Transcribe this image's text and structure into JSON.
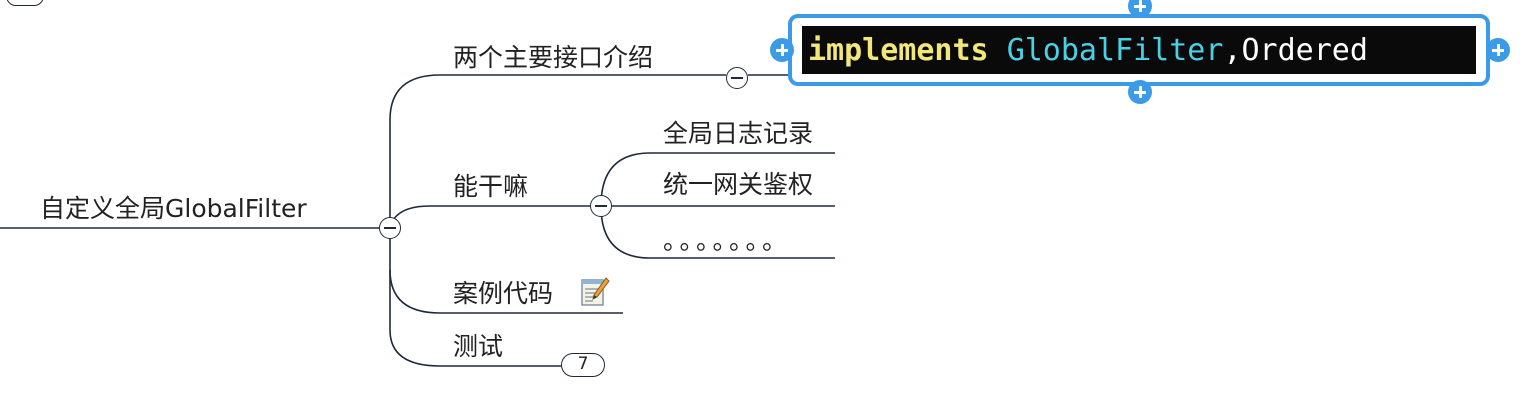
{
  "root": {
    "label": "自定义全局GlobalFilter"
  },
  "branches": [
    {
      "label": "两个主要接口介绍"
    },
    {
      "label": "能干嘛"
    },
    {
      "label": "案例代码"
    },
    {
      "label": "测试",
      "badge": "7"
    }
  ],
  "children_of_能干嘛": [
    {
      "label": "全局日志记录"
    },
    {
      "label": "统一网关鉴权"
    },
    {
      "label": "。。。。。。。"
    }
  ],
  "selected_topic": {
    "keyword": "implements",
    "type": "GlobalFilter",
    "separator": ",",
    "rest": "Ordered"
  },
  "icons": {
    "note": "note-pencil-icon",
    "collapse": "minus-circle-icon",
    "expand_handle": "plus-circle-icon"
  },
  "colors": {
    "line": "#1e2a3a",
    "selection": "#3c9be8",
    "code_bg": "#0a0a0a",
    "keyword": "#f2e77a",
    "type": "#48d2e6"
  }
}
